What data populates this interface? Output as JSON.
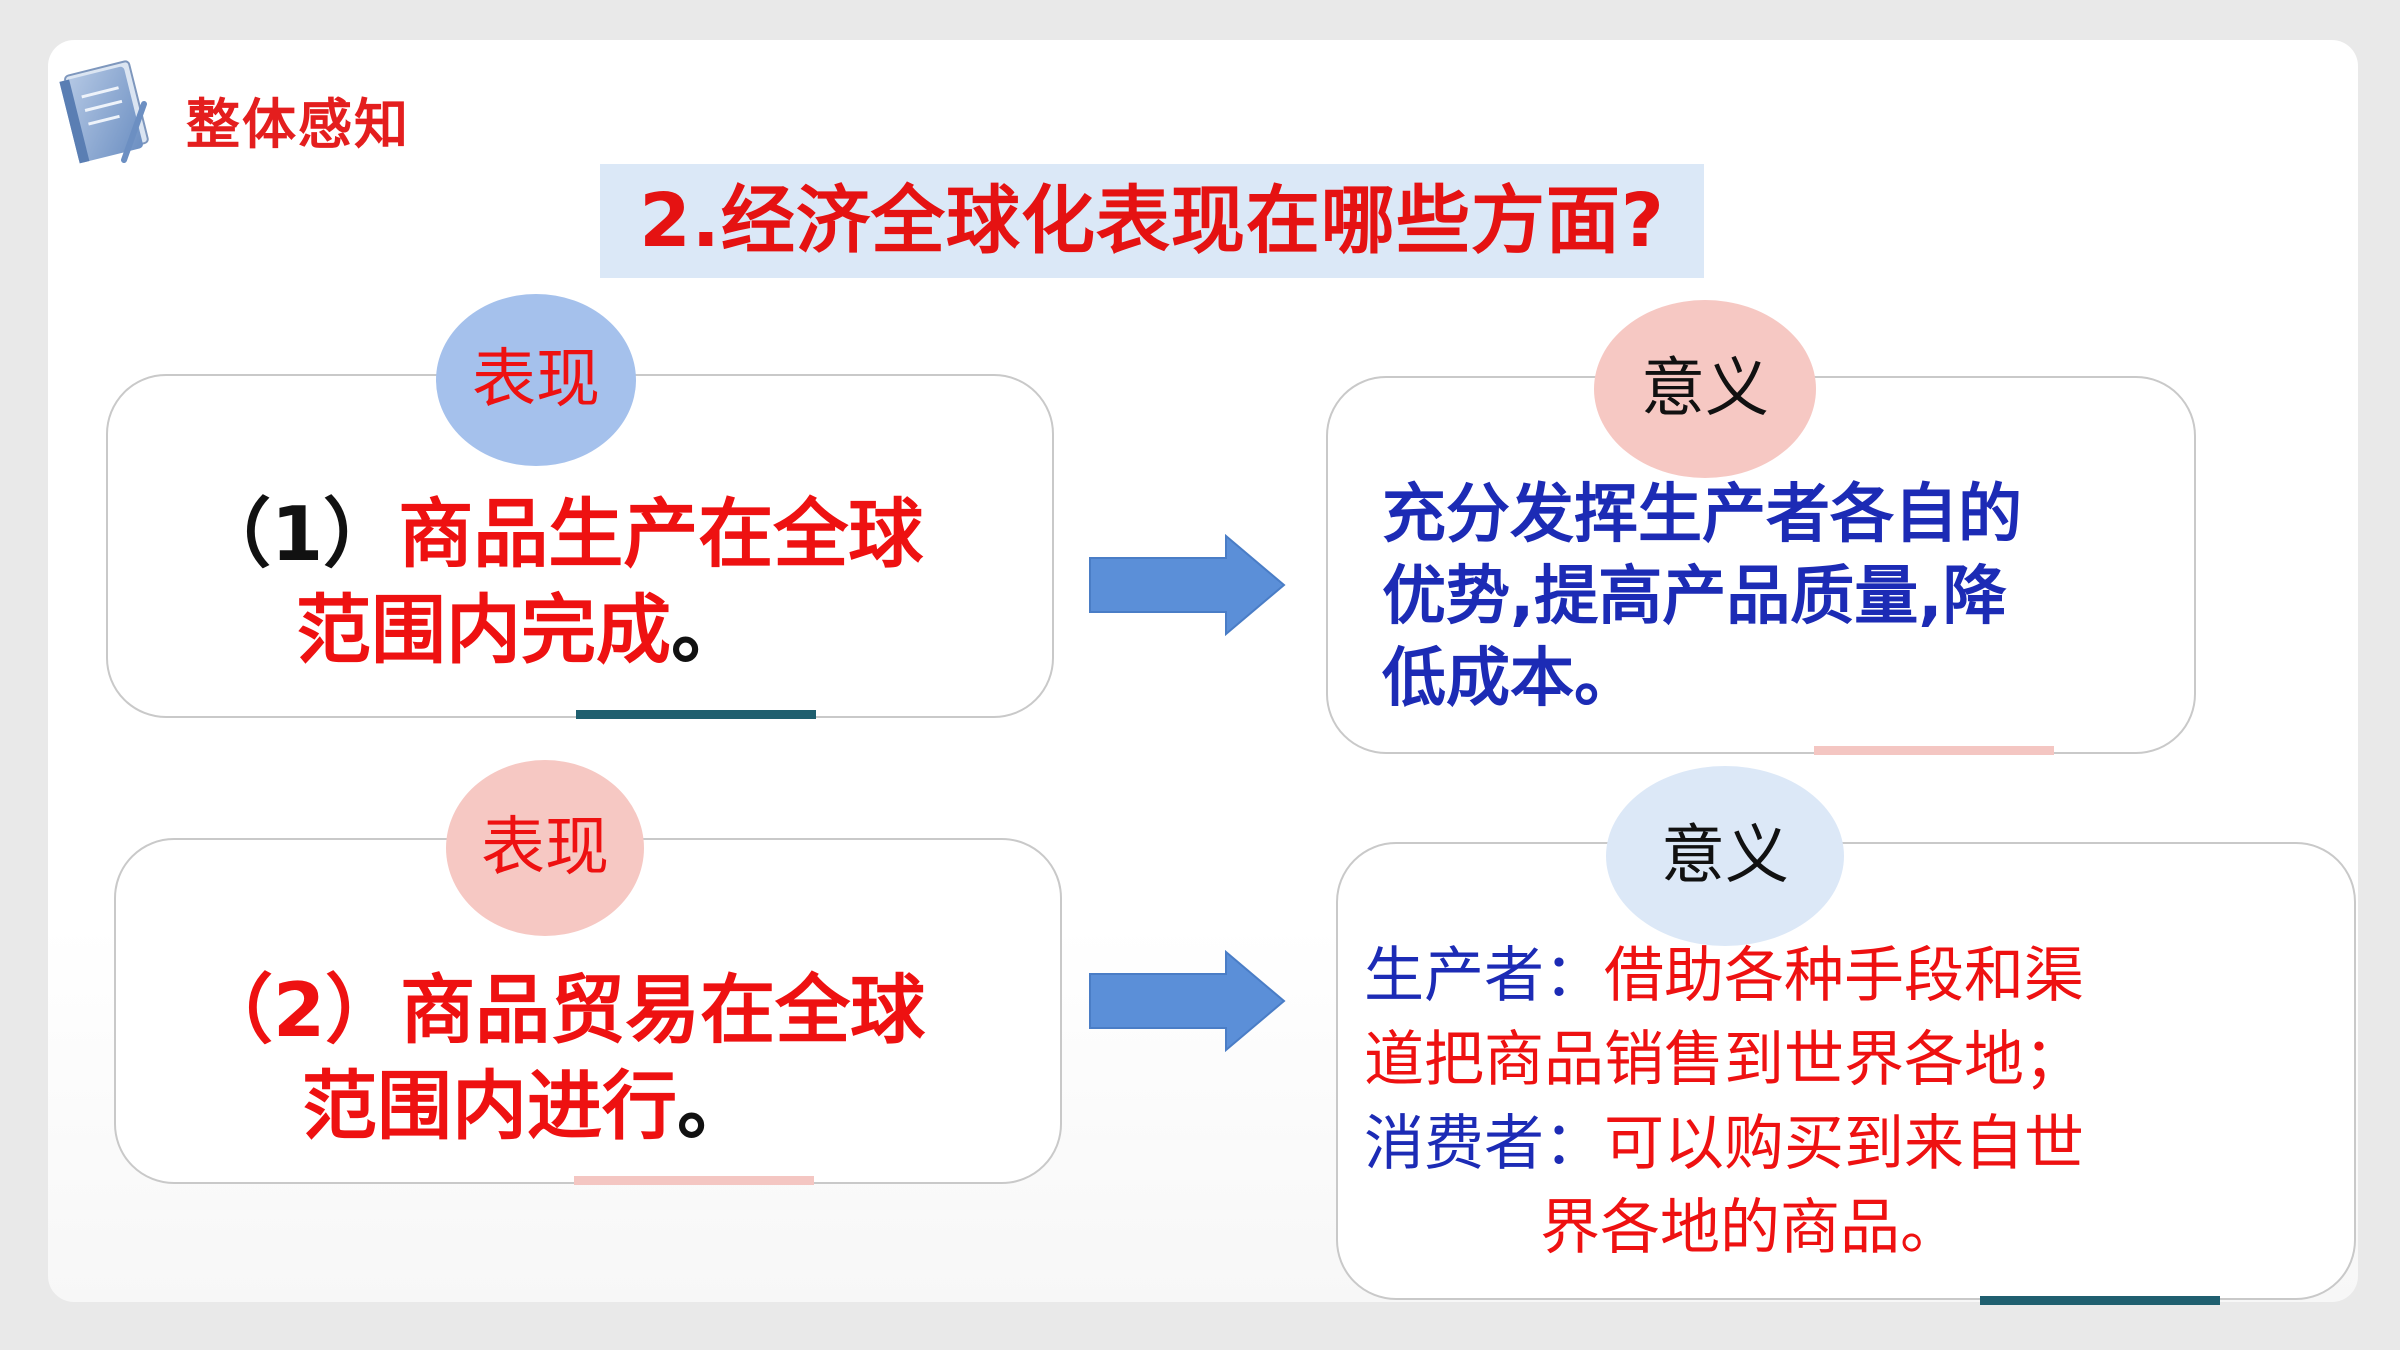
{
  "header": {
    "title": "整体感知",
    "icon": "notebook-icon"
  },
  "question": "2.经济全球化表现在哪些方面?",
  "rows": [
    {
      "left": {
        "bubble_label": "表现",
        "number": "（1）",
        "line1": "商品生产在全球",
        "line2": "范围内完成",
        "end": "。"
      },
      "right": {
        "bubble_label": "意义",
        "line1": "充分发挥生产者各自的",
        "line2": "优势,提高产品质量,降",
        "line3": "低成本。"
      }
    },
    {
      "left": {
        "bubble_label": "表现",
        "line1": "（2）商品贸易在全球",
        "line2": "范围内进行",
        "end": "。"
      },
      "right": {
        "bubble_label": "意义",
        "producer_label": "生产者：",
        "producer_text1": "借助各种手段和渠",
        "producer_text2": "道把商品销售到世界各地；",
        "consumer_label": "消费者：",
        "consumer_text1": "可以购买到来自世",
        "consumer_text2": "界各地的商品。"
      }
    }
  ],
  "colors": {
    "accent_red": "#ee1111",
    "accent_blue": "#1c2bb5",
    "bubble_blue": "#a5c1ec",
    "bubble_pink": "#f6c8c3",
    "bubble_light_blue": "#dce8f7",
    "arrow": "#5b8fd8",
    "underline_teal": "#1f5f6f",
    "underline_pink": "#f4c6c2"
  }
}
